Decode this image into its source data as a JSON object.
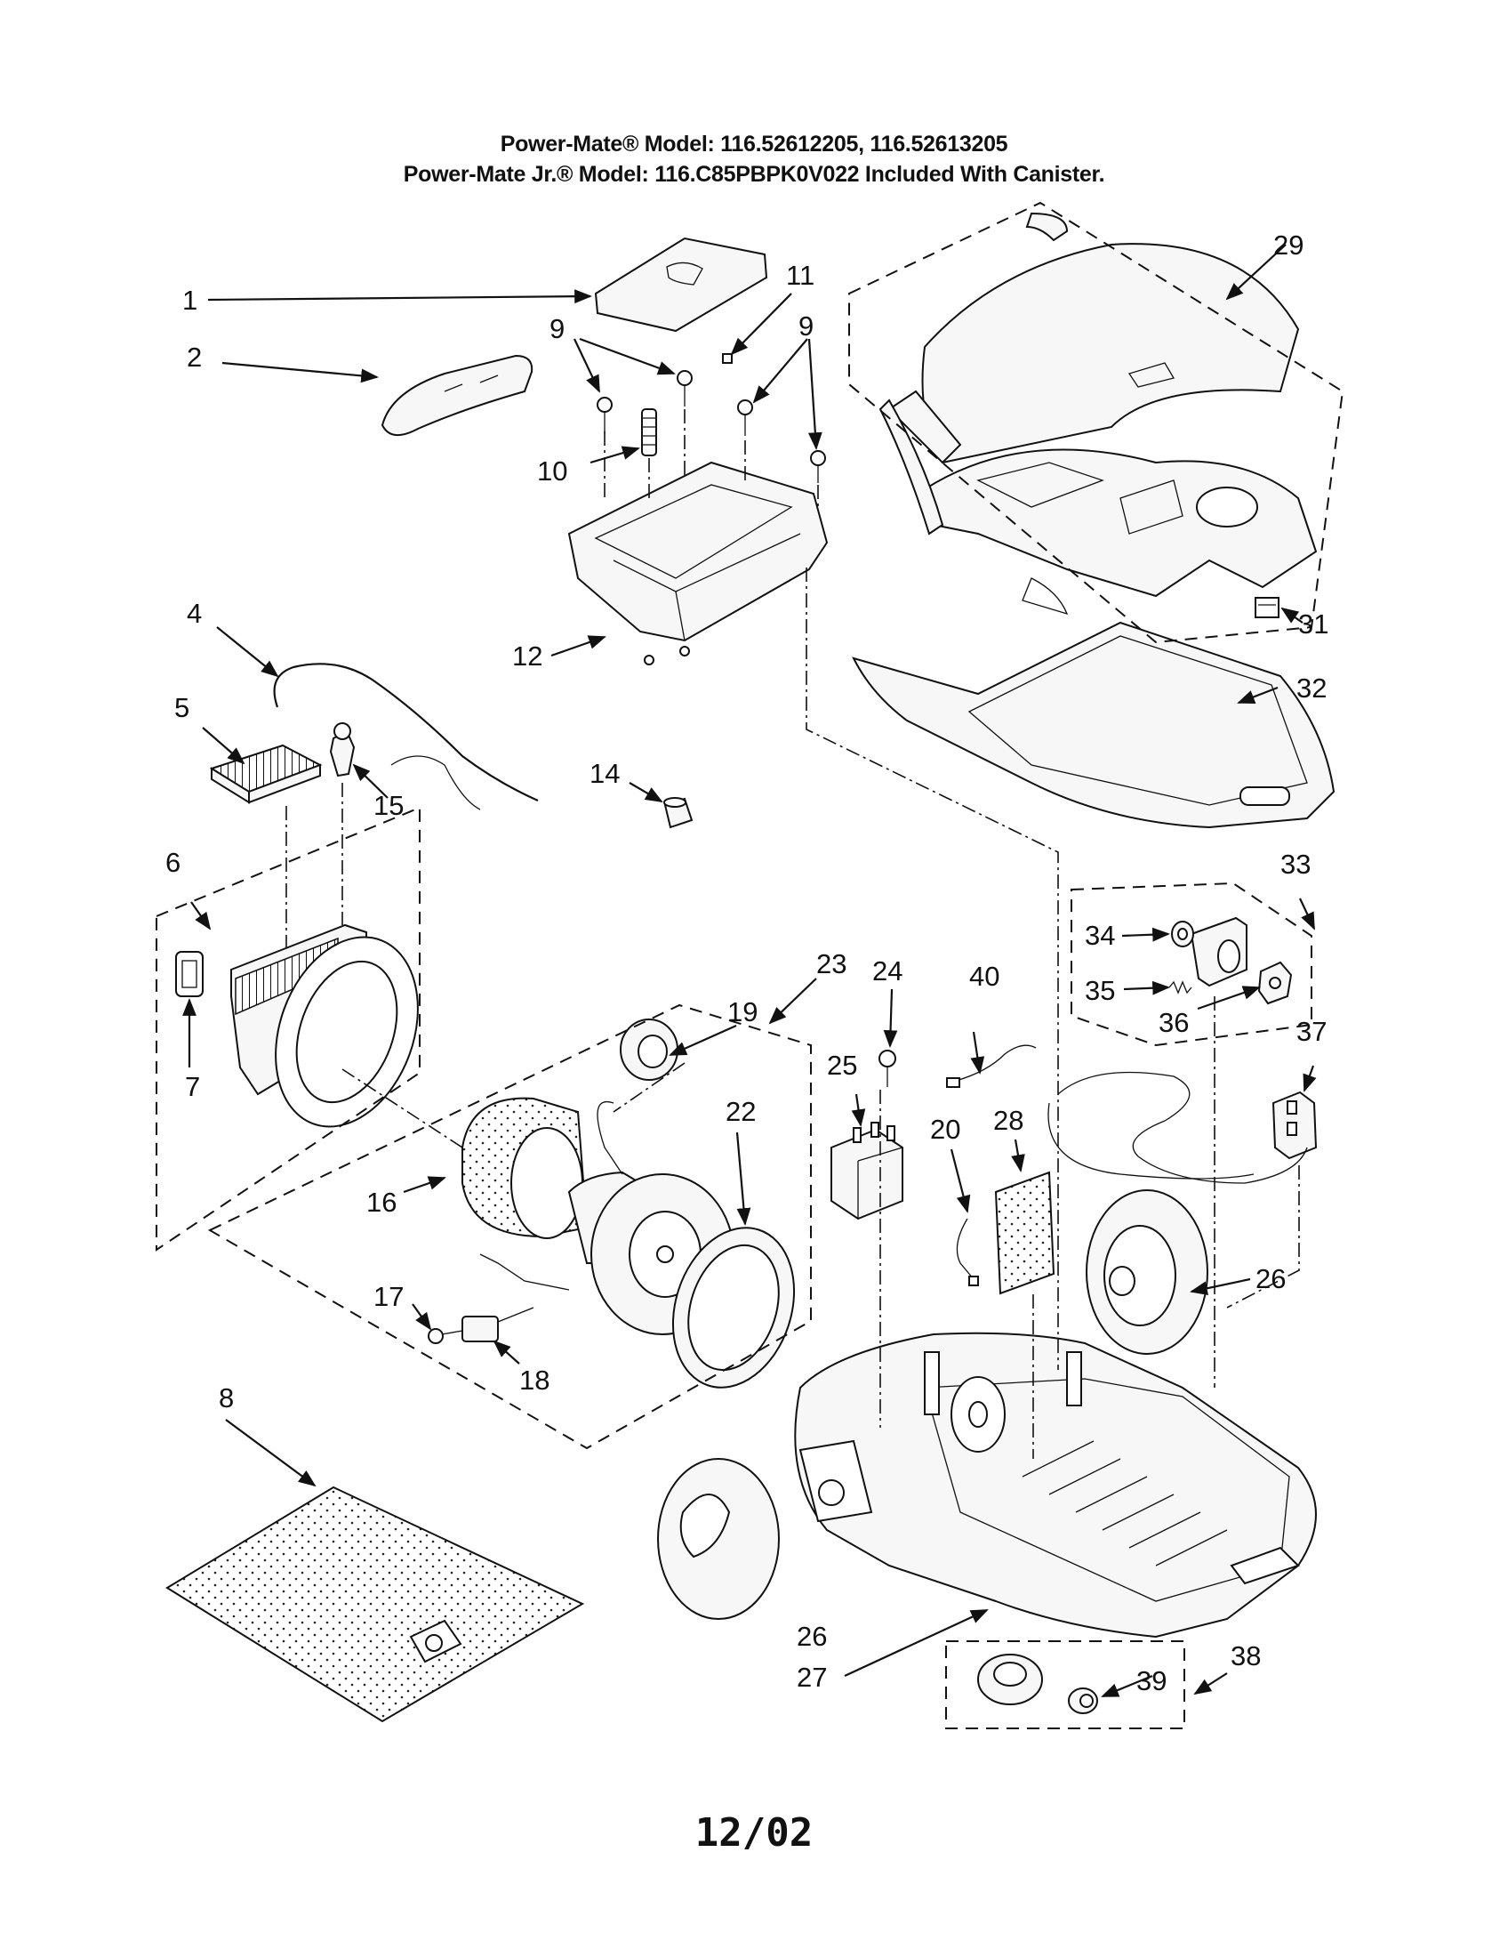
{
  "header": {
    "line1": "Power-Mate® Model: 116.52612205, 116.52613205",
    "line2": "Power-Mate Jr.® Model: 116.C85PBPK0V022 Included With Canister."
  },
  "callouts": {
    "c1": "1",
    "c2": "2",
    "c4": "4",
    "c5": "5",
    "c6": "6",
    "c7": "7",
    "c8": "8",
    "c9a": "9",
    "c9b": "9",
    "c10": "10",
    "c11": "11",
    "c12": "12",
    "c14": "14",
    "c15": "15",
    "c16": "16",
    "c17": "17",
    "c18": "18",
    "c19": "19",
    "c20": "20",
    "c22": "22",
    "c23": "23",
    "c24": "24",
    "c25": "25",
    "c26a": "26",
    "c26b": "26",
    "c27": "27",
    "c28": "28",
    "c29": "29",
    "c31": "31",
    "c32": "32",
    "c33": "33",
    "c34": "34",
    "c35": "35",
    "c36": "36",
    "c37": "37",
    "c38": "38",
    "c39": "39",
    "c40": "40"
  },
  "footer": {
    "date": "12/02"
  }
}
